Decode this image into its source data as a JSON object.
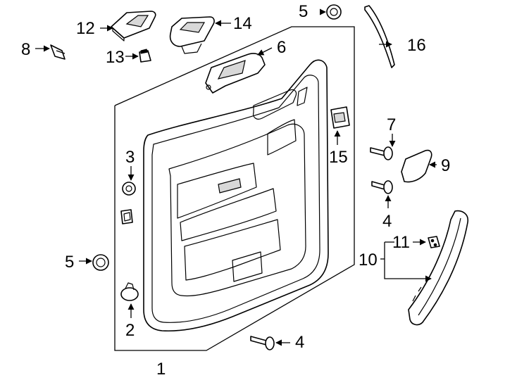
{
  "callouts": {
    "c1": "1",
    "c2": "2",
    "c3": "3",
    "c4a": "4",
    "c4b": "4",
    "c5a": "5",
    "c5b": "5",
    "c6": "6",
    "c7": "7",
    "c8": "8",
    "c9": "9",
    "c10": "10",
    "c11": "11",
    "c12": "12",
    "c13": "13",
    "c14": "14",
    "c15": "15",
    "c16": "16"
  }
}
